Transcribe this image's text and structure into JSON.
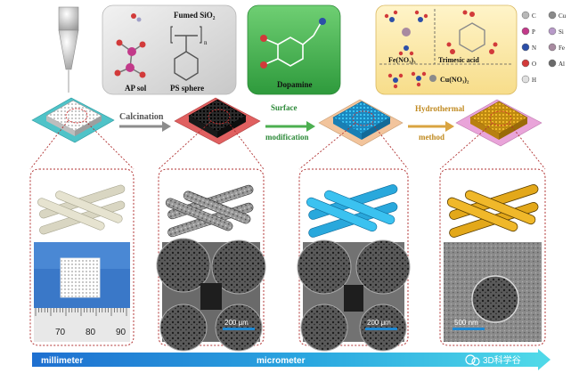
{
  "molecules": {
    "fumed_label": "Fumed SiO₂",
    "ap_sol_label": "AP sol",
    "ps_sphere_label": "PS sphere",
    "ps_subscript": "n",
    "dopamine_label": "Dopamine",
    "fe_label": "Fe(NO₃)₃",
    "trimesic_label": "Trimesic acid",
    "cu_label": "Cu(NO₃)₂"
  },
  "legend": [
    {
      "symbol": "C",
      "color": "#b8b8b8"
    },
    {
      "symbol": "Cu",
      "color": "#8a8a8a"
    },
    {
      "symbol": "P",
      "color": "#c23a8a"
    },
    {
      "symbol": "Si",
      "color": "#b89ac9"
    },
    {
      "symbol": "N",
      "color": "#2c4fa8"
    },
    {
      "symbol": "Fe",
      "color": "#a88aa0"
    },
    {
      "symbol": "O",
      "color": "#d23a3a"
    },
    {
      "symbol": "Al",
      "color": "#6a6a6a"
    },
    {
      "symbol": "H",
      "color": "#e0e0e0"
    }
  ],
  "steps": {
    "calcination": "Calcination",
    "surface_1": "Surface",
    "surface_2": "modification",
    "hydro_1": "Hydrothermal",
    "hydro_2": "method"
  },
  "scales": {
    "ruler_ticks": [
      "70",
      "80",
      "90"
    ],
    "sem2": "200 μm",
    "sem3": "200 μm",
    "sem4": "500 nm"
  },
  "bottom": {
    "millimeter": "millimeter",
    "micrometer": "micrometer",
    "watermark": "3D科学谷"
  },
  "colors": {
    "substrate_teal": "#4fc3c8",
    "substrate_red": "#e06060",
    "substrate_peach": "#f2c49c",
    "substrate_pink": "#e9a4d9",
    "coating_cyan": "#29a8dc",
    "coating_gold": "#e3a81a",
    "dopamine_green": "#43a047",
    "arrow_gray": "#8c8c8c",
    "arrow_green": "#4caf50",
    "arrow_gold": "#d9a441",
    "scale_bar": "#1e88d2",
    "dotted_red": "#b03030"
  }
}
